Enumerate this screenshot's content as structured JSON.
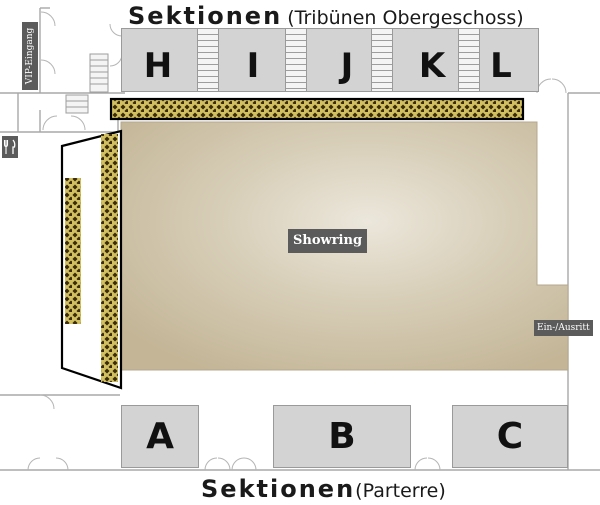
{
  "header": {
    "title_bold": "Sektionen",
    "title_note": "(Tribünen Obergeschoss)"
  },
  "upper_sections": [
    "H",
    "I",
    "J",
    "K",
    "L"
  ],
  "ring": {
    "label": "Showring"
  },
  "exit": {
    "label": "Ein-/Ausritt"
  },
  "vip": {
    "label": "VIP-Eingang"
  },
  "restaurant_icon": "fork-knife-icon",
  "lower_sections": [
    "A",
    "B",
    "C"
  ],
  "footer": {
    "title_bold": "Sektionen",
    "title_note": "(Parterre)"
  },
  "colors": {
    "section_fill": "#d3d3d3",
    "seat_dark": "#3a2b10",
    "seat_light": "#d2c060",
    "ring_floor": "#d3c9b2",
    "label_bg": "#5b5b5b"
  }
}
